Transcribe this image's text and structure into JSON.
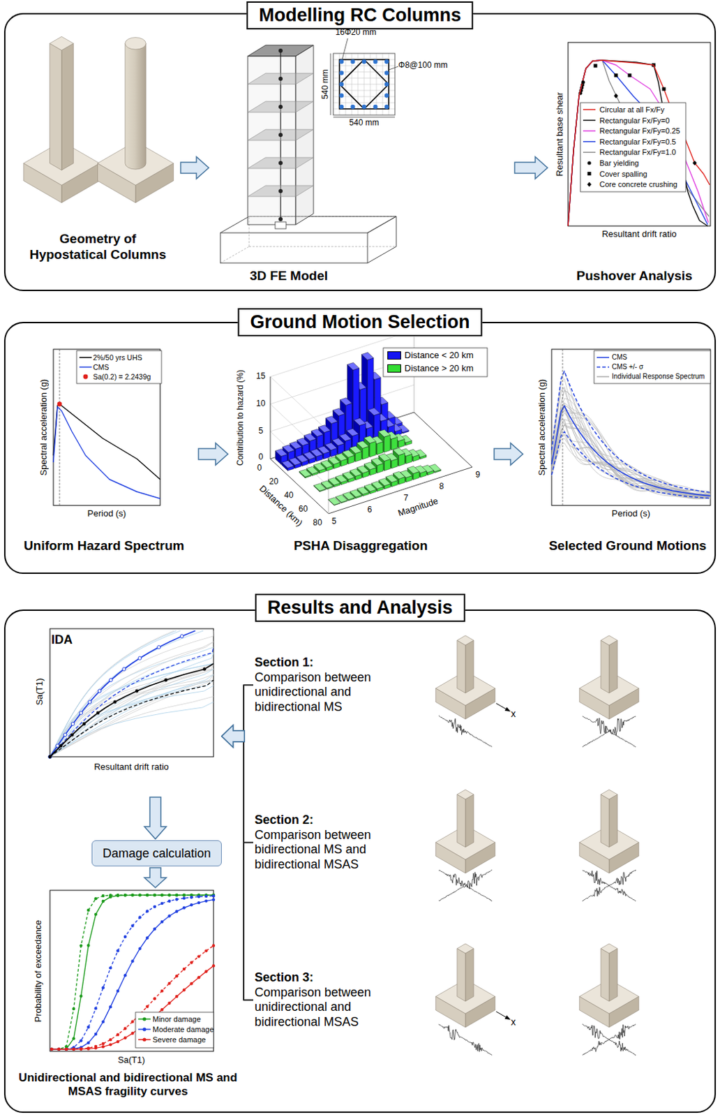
{
  "diagram": {
    "nodes": [
      {
        "text": [
          "Modelling RC Columns"
        ]
      },
      {
        "text": [
          "Geometry of Hypostatical Columns"
        ],
        "in": 0
      },
      {
        "text": [
          "3D FE Model"
        ],
        "in": 0
      },
      {
        "text": [
          "Pushover Analysis"
        ],
        "in": 0
      },
      {
        "text": [
          "Ground Motion Selection"
        ]
      },
      {
        "text": [
          "Uniform Hazard Spectrum"
        ],
        "in": 4
      },
      {
        "text": [
          "PSHA Disaggregation"
        ],
        "in": 4
      },
      {
        "text": [
          "Selected Ground Motions"
        ],
        "in": 4
      },
      {
        "text": [
          "Results and Analysis"
        ]
      },
      {
        "text": [
          "IDA"
        ],
        "in": 8
      },
      {
        "text": [
          "Damage calculation"
        ],
        "in": 8
      },
      {
        "text": [
          "Unidirectional and bidirectional MS and MSAS fragility curves"
        ],
        "in": 8
      },
      {
        "text": [
          "Section 1:",
          "Comparison between unidirectional and bidirectional MS"
        ],
        "in": 8
      },
      {
        "text": [
          "Section 2:",
          "Comparison between bidirectional MS and bidirectional MSAS"
        ],
        "in": 8
      },
      {
        "text": [
          "Section 3:",
          "Comparison between unidirectional and bidirectional MSAS"
        ],
        "in": 8
      }
    ],
    "edges": [
      {
        "from": 1,
        "to": 2,
        "arrow": "to"
      },
      {
        "from": 2,
        "to": 3,
        "arrow": "to"
      },
      {
        "from": 5,
        "to": 6,
        "arrow": "to"
      },
      {
        "from": 6,
        "to": 7,
        "arrow": "to"
      },
      {
        "from": 9,
        "to": 10,
        "arrow": "to"
      },
      {
        "from": 10,
        "to": 11,
        "arrow": "to"
      },
      {
        "from": 12,
        "to": 9,
        "arrow": "to"
      },
      {
        "from": 13,
        "to": 9,
        "arrow": "to"
      },
      {
        "from": 14,
        "to": 9,
        "arrow": "to"
      }
    ],
    "labels": [
      "16Φ20 mm",
      "Φ8@100 mm",
      "540 mm",
      "540 mm",
      "Resultant base shear",
      "Resultant drift ratio",
      "Spectral acceleration (g)",
      "Period (s)",
      "Contribution to hazard (%)",
      "0",
      "5",
      "10",
      "15",
      "0",
      "20",
      "40",
      "60",
      "80",
      "5",
      "6",
      "7",
      "8",
      "9",
      "Distance (km)",
      "Magnitude",
      "Spectral acceleration (g)",
      "Period (s)",
      "Resultant drift ratio",
      "Sa(T1)",
      "Probability of exceedance",
      "Sa(T1)",
      "x",
      "x"
    ],
    "legend": [
      {
        "text": "Circular at all Fx/Fy"
      },
      {
        "text": "Rectangular Fx/Fy=0"
      },
      {
        "text": "Rectangular Fx/Fy=0.25"
      },
      {
        "text": "Rectangular Fx/Fy=0.5"
      },
      {
        "text": "Rectangular Fx/Fy=1.0"
      },
      {
        "text": "Bar yielding"
      },
      {
        "text": "Cover spalling"
      },
      {
        "text": "Core concrete crushing"
      },
      {
        "text": "2%/50 yrs UHS"
      },
      {
        "text": "CMS"
      },
      {
        "text": "Sa(0.2) = 2.2439g"
      },
      {
        "text": "Distance < 20 km",
        "color": "#1414f0"
      },
      {
        "text": "Distance > 20 km",
        "color": "#33dd33"
      },
      {
        "text": "CMS"
      },
      {
        "text": "CMS +/- σ"
      },
      {
        "text": "Individual Response Spectrum"
      },
      {
        "text": "Minor damage"
      },
      {
        "text": "Moderate damage"
      },
      {
        "text": "Severe damage"
      }
    ]
  }
}
